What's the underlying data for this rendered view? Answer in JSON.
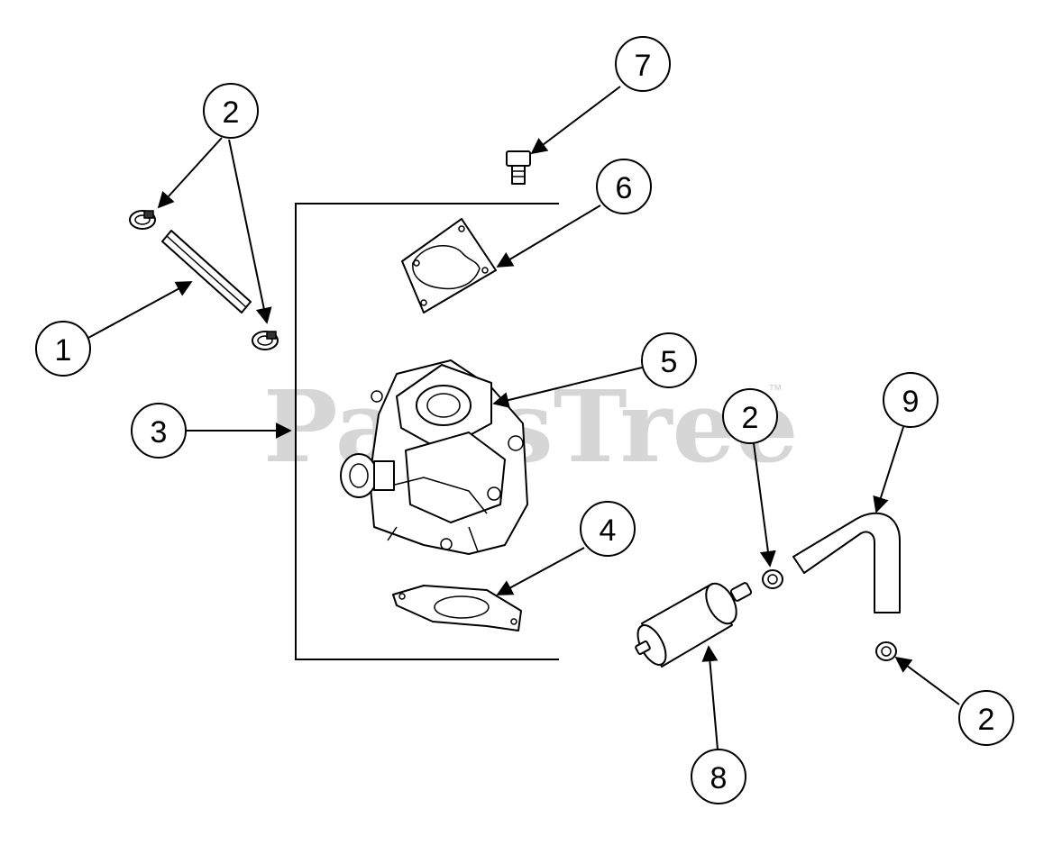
{
  "watermark": {
    "text": "PartsTree",
    "trademark": "™"
  },
  "callouts": [
    {
      "id": "c1",
      "label": "1"
    },
    {
      "id": "c2a",
      "label": "2"
    },
    {
      "id": "c3",
      "label": "3"
    },
    {
      "id": "c4",
      "label": "4"
    },
    {
      "id": "c5",
      "label": "5"
    },
    {
      "id": "c6",
      "label": "6"
    },
    {
      "id": "c7",
      "label": "7"
    },
    {
      "id": "c2b",
      "label": "2"
    },
    {
      "id": "c9",
      "label": "9"
    },
    {
      "id": "c8",
      "label": "8"
    },
    {
      "id": "c2c",
      "label": "2"
    }
  ]
}
